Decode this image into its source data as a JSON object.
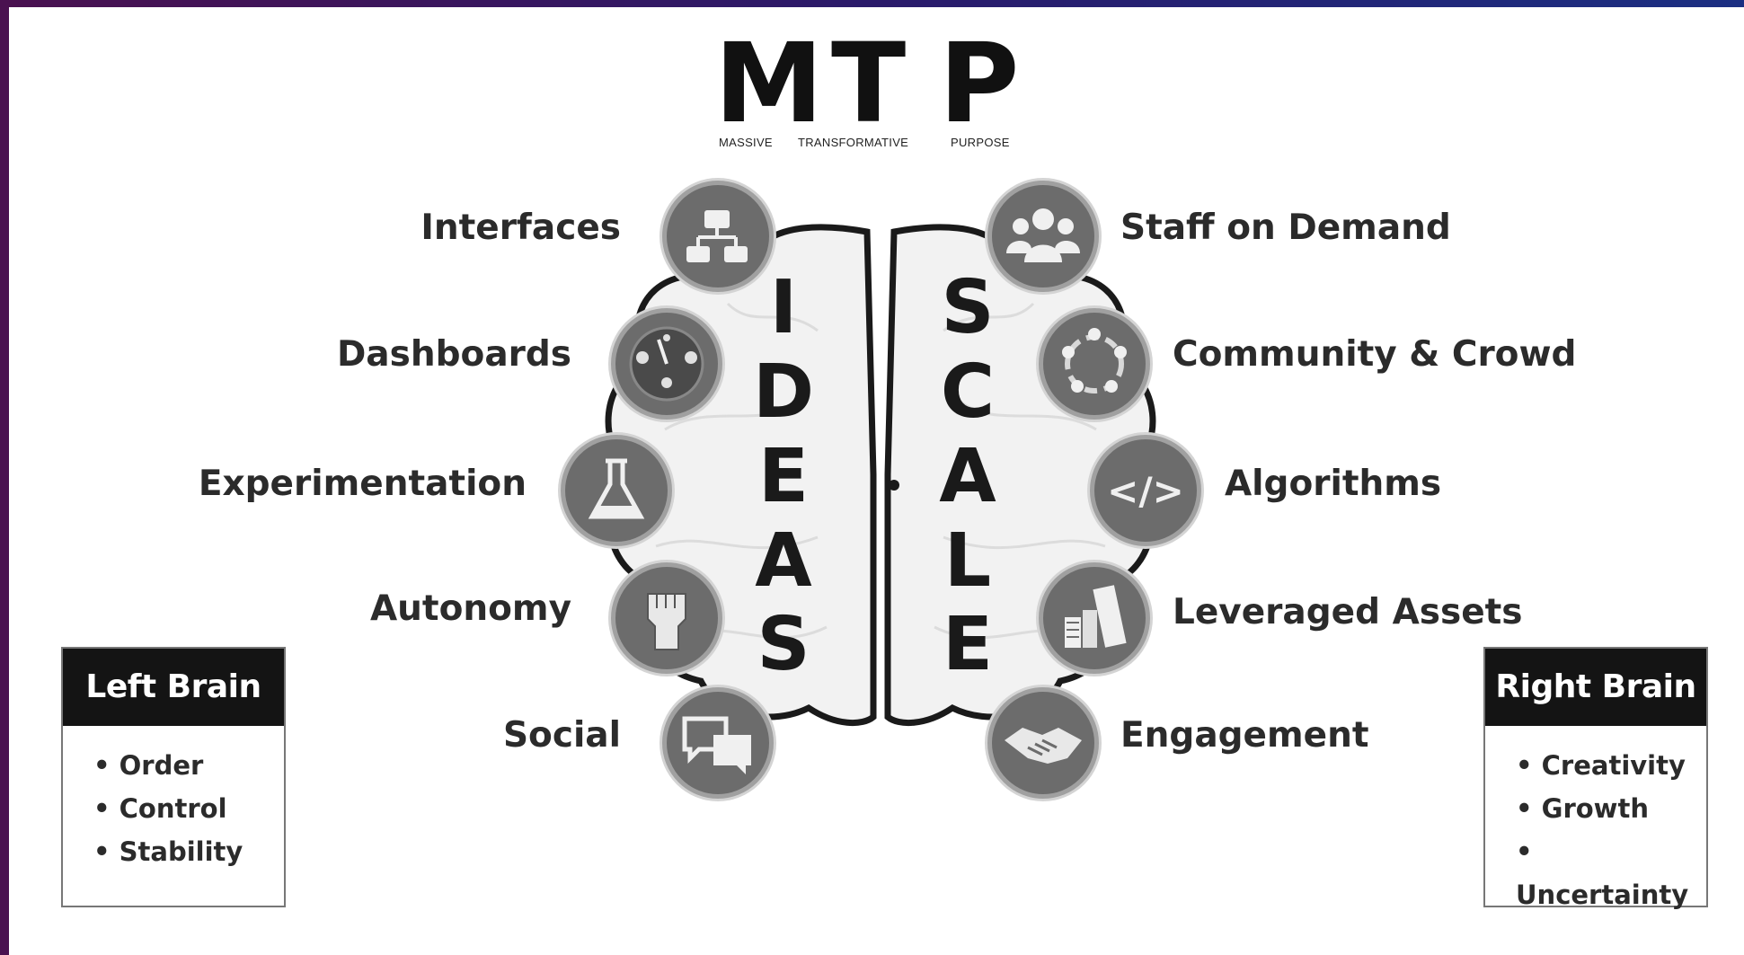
{
  "header": {
    "letters": [
      "M",
      "T",
      "P"
    ],
    "subtitle": [
      "MASSIVE",
      "TRANSFORMATIVE",
      "PURPOSE"
    ]
  },
  "left": {
    "word": [
      "I",
      "D",
      "E",
      "A",
      "S"
    ],
    "items": [
      {
        "label": "Interfaces",
        "icon": "interfaces-flowchart-icon"
      },
      {
        "label": "Dashboards",
        "icon": "dashboard-gauge-icon"
      },
      {
        "label": "Experimentation",
        "icon": "flask-icon"
      },
      {
        "label": "Autonomy",
        "icon": "raised-fist-icon"
      },
      {
        "label": "Social",
        "icon": "chat-bubbles-icon"
      }
    ],
    "box": {
      "title": "Left Brain",
      "items": [
        "Order",
        "Control",
        "Stability"
      ]
    }
  },
  "right": {
    "word": [
      "S",
      "C",
      "A",
      "L",
      "E"
    ],
    "items": [
      {
        "label": "Staff on Demand",
        "icon": "people-group-icon"
      },
      {
        "label": "Community & Crowd",
        "icon": "community-circle-icon"
      },
      {
        "label": "Algorithms",
        "icon": "code-brackets-icon"
      },
      {
        "label": "Leveraged Assets",
        "icon": "rental-buildings-icon"
      },
      {
        "label": "Engagement",
        "icon": "handshake-icon"
      }
    ],
    "box": {
      "title": "Right Brain",
      "items": [
        "Creativity",
        "Growth",
        "Uncertainty"
      ]
    }
  },
  "colors": {
    "background_left": "#4a1150",
    "background_right": "#1b2f82",
    "icon_fill": "#6c6c6c",
    "box_header": "#141414"
  }
}
